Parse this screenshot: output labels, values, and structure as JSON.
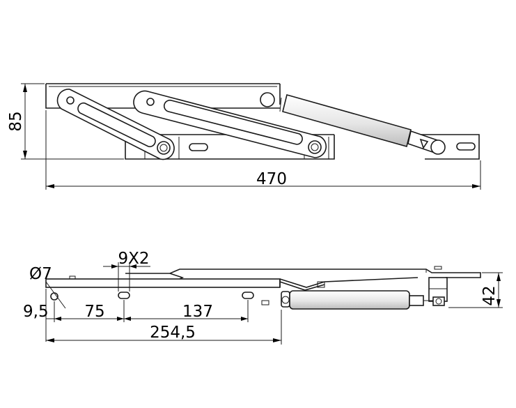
{
  "top_view": {
    "height_dim": "85",
    "length_dim": "470"
  },
  "side_view": {
    "hole_diameter": "Ø7",
    "slot_size": "9X2",
    "edge_offset": "9,5",
    "hole_to_slot": "75",
    "slot_to_slot": "137",
    "base_length": "254,5",
    "height_dim": "42"
  },
  "colors": {
    "line": "#1a1a1a",
    "background": "#ffffff"
  }
}
